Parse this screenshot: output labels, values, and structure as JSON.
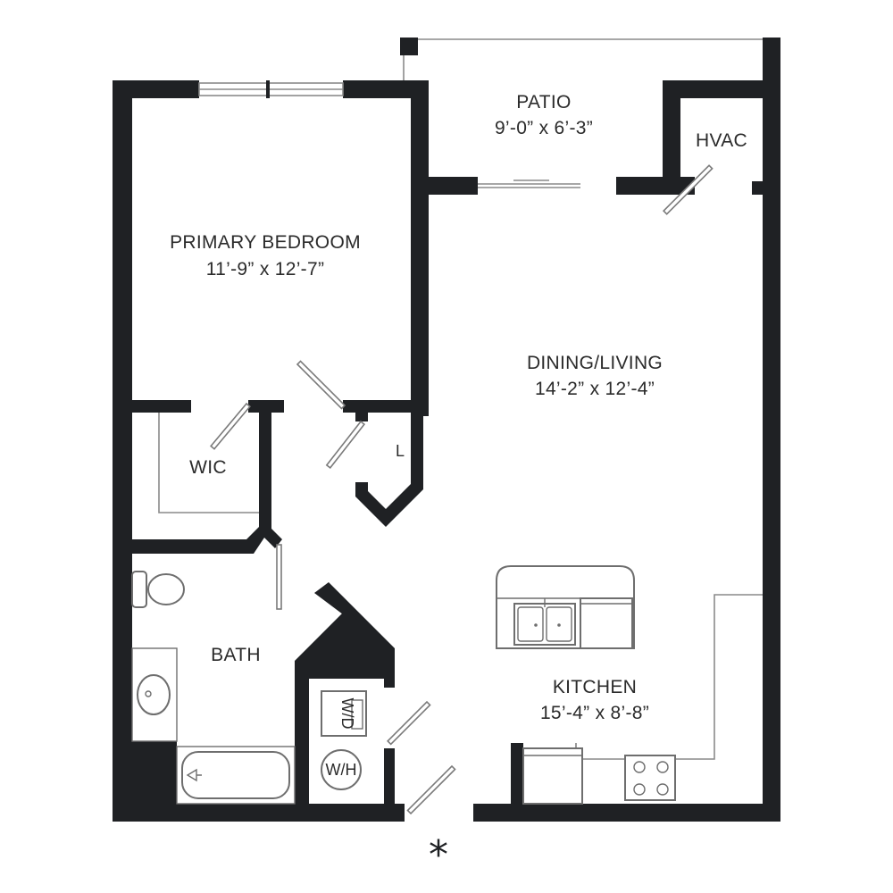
{
  "rooms": {
    "patio": {
      "name": "PATIO",
      "dims": "9’-0” x 6’-3”"
    },
    "hvac": {
      "name": "HVAC"
    },
    "bedroom": {
      "name": "PRIMARY BEDROOM",
      "dims": "11’-9” x 12’-7”"
    },
    "living": {
      "name": "DINING/LIVING",
      "dims": "14’-2” x 12’-4”"
    },
    "wic": {
      "name": "WIC"
    },
    "linen": {
      "name": "L"
    },
    "bath": {
      "name": "BATH"
    },
    "kitchen": {
      "name": "KITCHEN",
      "dims": "15’-4” x 8’-8”"
    },
    "washer_dryer": {
      "name": "W/D"
    },
    "water_heater": {
      "name": "W/H"
    }
  },
  "entry_marker": "*",
  "colors": {
    "wall": "#1f2124",
    "background": "#ffffff",
    "lines": "#8a8a8a"
  }
}
